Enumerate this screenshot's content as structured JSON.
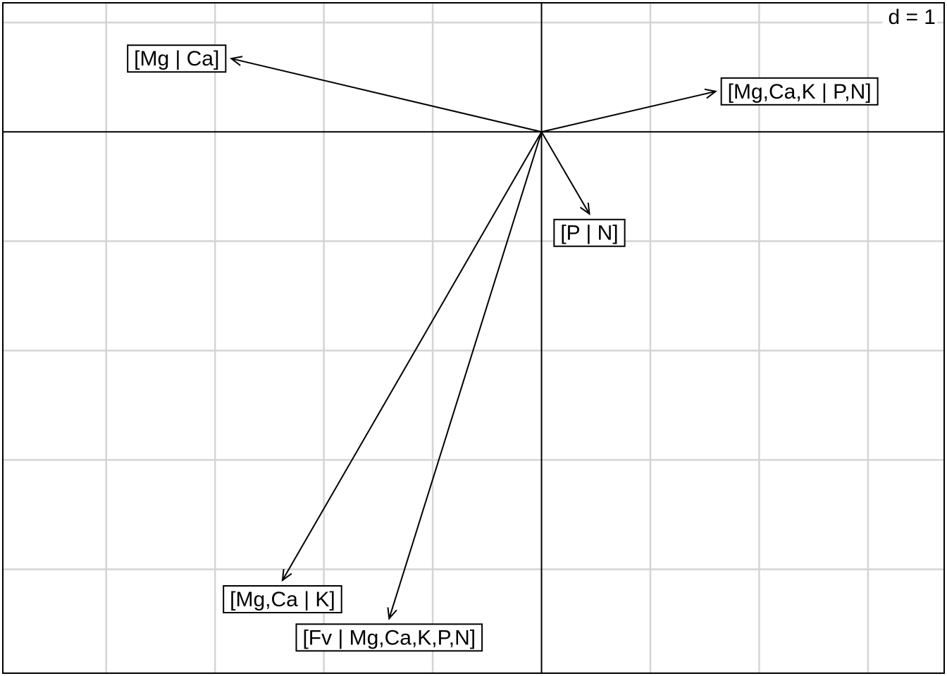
{
  "chart_data": {
    "type": "scatter",
    "subtype": "correlation-circle",
    "scale_label": "d = 1",
    "xlim": [
      -4.95,
      3.7
    ],
    "ylim": [
      -4.95,
      1.18
    ],
    "grid": true,
    "grid_step": 1,
    "origin_axes": true,
    "vectors": [
      {
        "name": "[Mg | Ca]",
        "x": -2.85,
        "y": 0.67
      },
      {
        "name": "[Mg,Ca,K | P,N]",
        "x": 1.6,
        "y": 0.37
      },
      {
        "name": "[P | N]",
        "x": 0.44,
        "y": -0.75
      },
      {
        "name": "[Mg,Ca | K]",
        "x": -2.38,
        "y": -4.1
      },
      {
        "name": "[Fv | Mg,Ca,K,P,N]",
        "x": -1.4,
        "y": -4.45
      }
    ]
  }
}
